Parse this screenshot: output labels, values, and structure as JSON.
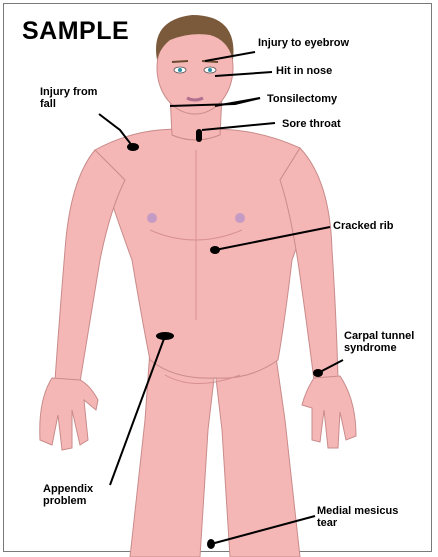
{
  "title": "SAMPLE",
  "annotations": [
    {
      "id": "eyebrow",
      "text": "Injury to eyebrow"
    },
    {
      "id": "nose",
      "text": "Hit in nose"
    },
    {
      "id": "fall",
      "text": "Injury from fall"
    },
    {
      "id": "tonsil",
      "text": "Tonsilectomy"
    },
    {
      "id": "throat",
      "text": "Sore throat"
    },
    {
      "id": "rib",
      "text": "Cracked rib"
    },
    {
      "id": "carpal",
      "text": "Carpal tunnel syndrome"
    },
    {
      "id": "appendix",
      "text": "Appendix problem"
    },
    {
      "id": "meniscus",
      "text": "Medial mesicus tear"
    }
  ],
  "colors": {
    "skin": "#f5b7b5",
    "skin_shadow": "#e79c9c",
    "hair": "#7a5a3a",
    "marker": "#000000",
    "frame": "#7a7a7a"
  }
}
